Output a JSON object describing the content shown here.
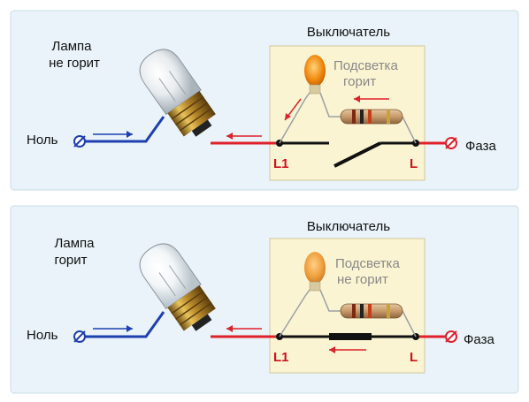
{
  "top": {
    "lamp_label_line1": "Лампа",
    "lamp_label_line2": "не горит",
    "switch_title": "Выключатель",
    "backlight_line1": "Подсветка",
    "backlight_line2": "горит",
    "neutral_label": "Ноль",
    "phase_label": "Фаза",
    "terminal_l1": "L1",
    "terminal_l": "L"
  },
  "bottom": {
    "lamp_label_line1": "Лампа",
    "lamp_label_line2": "горит",
    "switch_title": "Выключатель",
    "backlight_line1": "Подсветка",
    "backlight_line2": "не горит",
    "neutral_label": "Ноль",
    "phase_label": "Фаза",
    "terminal_l1": "L1",
    "terminal_l": "L"
  },
  "colors": {
    "panel_bg": "#e9f3f9",
    "panel_border": "#c8dce8",
    "switch_box_bg": "#fbf4d2",
    "switch_box_border": "#cfc89b",
    "wire_red": "#e0202b",
    "wire_blue": "#1e3fb0",
    "wire_black": "#111111",
    "backlight_text": "#888888",
    "terminal_text": "#d0101c"
  }
}
